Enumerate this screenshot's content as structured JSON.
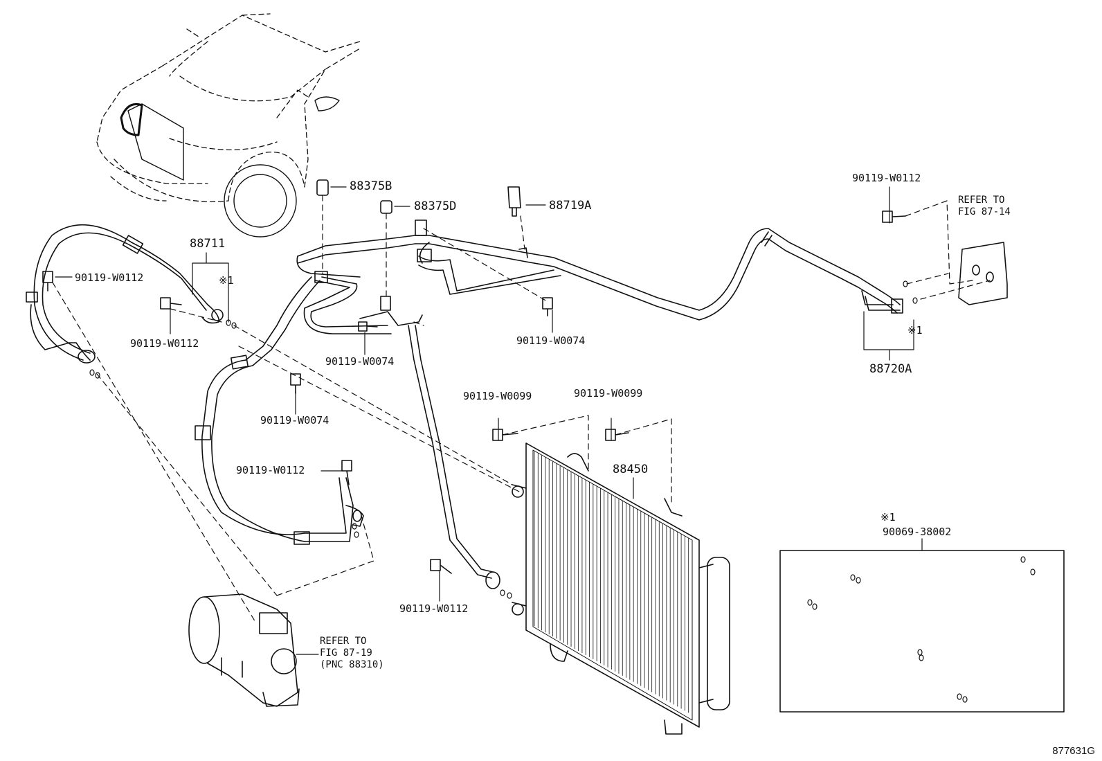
{
  "labels": {
    "p88375b": "88375B",
    "p88375d": "88375D",
    "p88719a": "88719A",
    "p88711": "88711",
    "mark1_a": "※1",
    "bolt_w0112_a": "90119-W0112",
    "bolt_w0112_b": "90119-W0112",
    "bolt_w0074_a": "90119-W0074",
    "bolt_w0074_b": "90119-W0074",
    "bolt_w0074_c": "90119-W0074",
    "bolt_w0112_c": "90119-W0112",
    "bolt_w0112_d": "90119-W0112",
    "bolt_w0112_e": "90119-W0112",
    "bolt_w0099_a": "90119-W0099",
    "bolt_w0099_b": "90119-W0099",
    "p88450": "88450",
    "p88720a": "88720A",
    "mark1_b": "※1",
    "mark1_c": "※1",
    "p90069": "90069-38002",
    "refer_87_14": "REFER TO\nFIG 87-14",
    "refer_87_19": "REFER TO\nFIG 87-19\n(PNC 88310)",
    "figure_id": "877631G"
  }
}
